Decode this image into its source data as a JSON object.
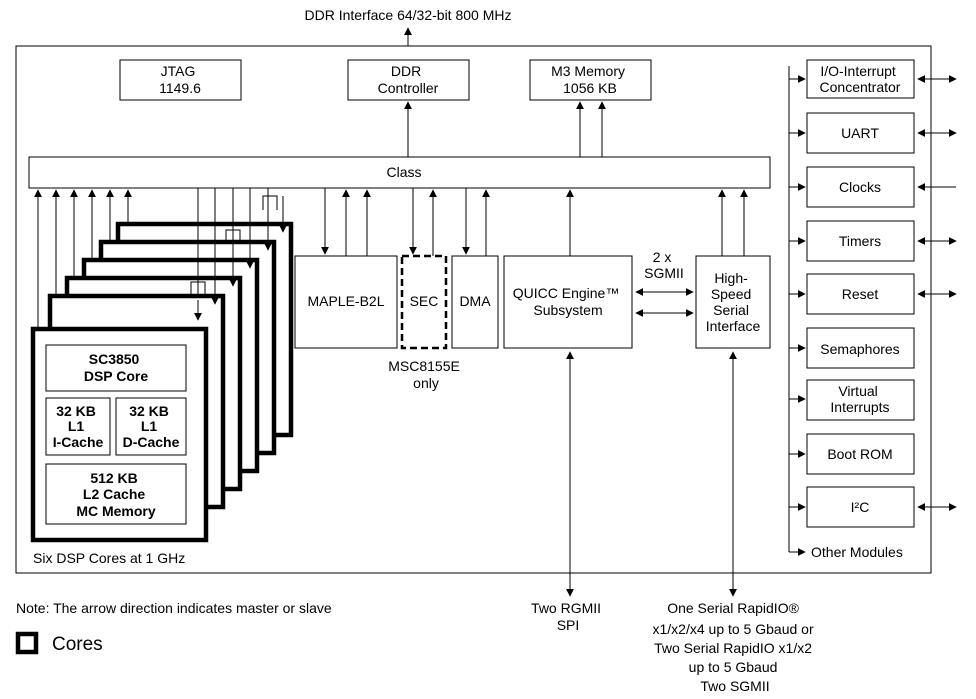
{
  "top": {
    "ddr_interface": "DDR Interface 64/32-bit 800 MHz"
  },
  "blocks": {
    "jtag": [
      "JTAG",
      "1149.6"
    ],
    "ddr_controller": [
      "DDR",
      "Controller"
    ],
    "m3_memory": [
      "M3 Memory",
      "1056 KB"
    ],
    "class_bus": "Class",
    "maple": "MAPLE-B2L",
    "sec": "SEC",
    "sec_note": [
      "MSC8155E",
      "only"
    ],
    "dma": "DMA",
    "quicc": [
      "QUICC Engine™",
      "Subsystem"
    ],
    "sgmii_label": [
      "2 x",
      "SGMII"
    ],
    "hssi": [
      "High-",
      "Speed",
      "Serial",
      "Interface"
    ]
  },
  "core": {
    "dsp_core": [
      "SC3850",
      "DSP Core"
    ],
    "l1_icache": [
      "32 KB",
      "L1",
      "I-Cache"
    ],
    "l1_dcache": [
      "32 KB",
      "L1",
      "D-Cache"
    ],
    "l2_cache": [
      "512 KB",
      "L2 Cache",
      "MC Memory"
    ],
    "cores_caption": "Six DSP Cores at 1 GHz"
  },
  "modules": [
    [
      "I/O-Interrupt",
      "Concentrator"
    ],
    [
      "UART"
    ],
    [
      "Clocks"
    ],
    [
      "Timers"
    ],
    [
      "Reset"
    ],
    [
      "Semaphores"
    ],
    [
      "Virtual",
      "Interrupts"
    ],
    [
      "Boot ROM"
    ],
    [
      "I²C"
    ]
  ],
  "other_modules": "Other Modules",
  "bottom": {
    "rgmii": [
      "Two RGMII",
      "SPI"
    ],
    "rapidio": [
      "One Serial RapidIO®",
      "x1/x2/x4 up to 5 Gbaud or",
      "Two Serial RapidIO x1/x2",
      "up to 5 Gbaud",
      "Two SGMII"
    ]
  },
  "note": "Note: The arrow direction indicates master or slave",
  "legend": {
    "cores_label": "Cores"
  }
}
